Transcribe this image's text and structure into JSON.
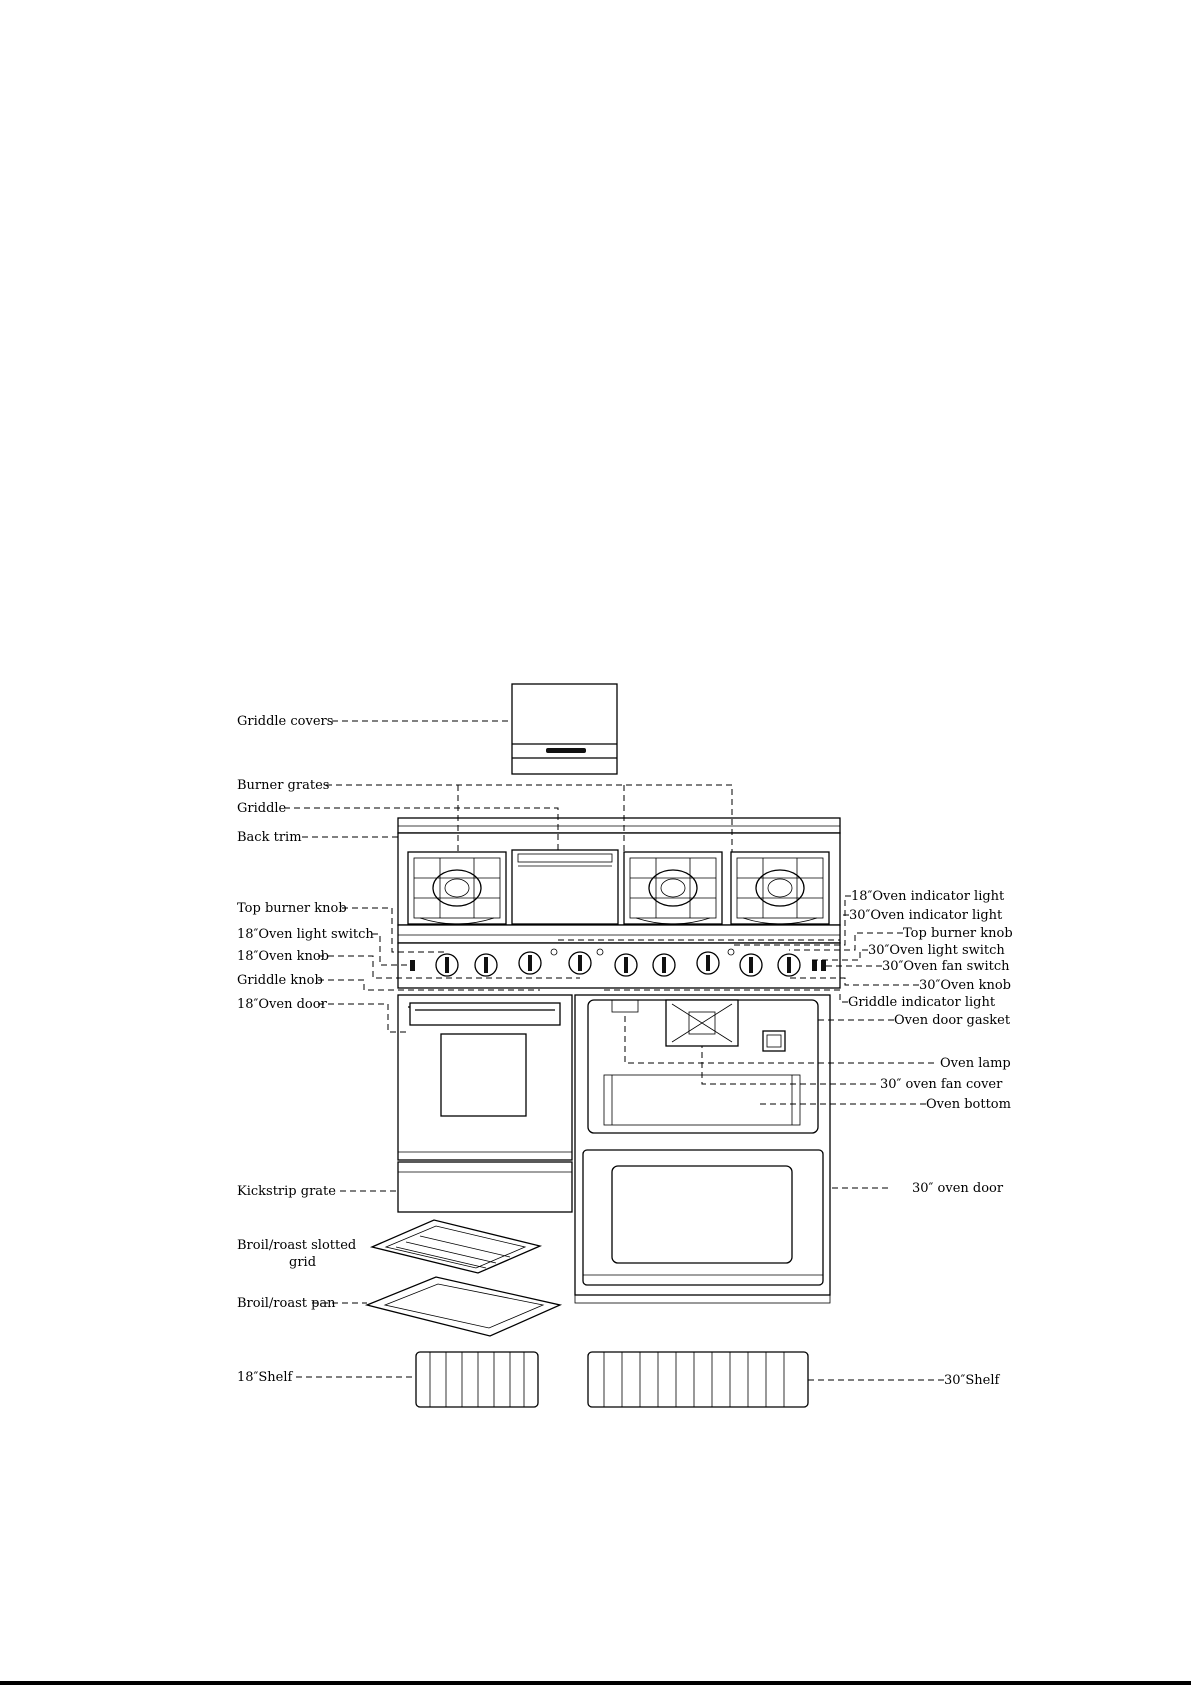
{
  "labels": {
    "griddle_covers": "Griddle covers",
    "burner_grates": "Burner grates",
    "griddle": "Griddle",
    "back_trim": "Back trim",
    "top_burner_knob_left": "Top burner knob",
    "oven18_light_switch": "18″Oven light switch",
    "oven18_knob": "18″Oven knob",
    "griddle_knob": "Griddle knob",
    "oven18_door": "18″Oven door",
    "kickstrip_grate": "Kickstrip grate",
    "broil_grid_line1": "Broil/roast slotted",
    "broil_grid_line2": "grid",
    "broil_pan": "Broil/roast pan",
    "shelf18": "18″Shelf",
    "oven18_indicator": "18″Oven indicator light",
    "oven30_indicator": "30″Oven indicator light",
    "top_burner_knob_right": "Top burner knob",
    "oven30_light_switch": "30″Oven light switch",
    "oven30_fan_switch": "30″Oven fan switch",
    "oven30_knob": "30″Oven knob",
    "griddle_indicator": "Griddle indicator light",
    "oven_door_gasket": "Oven door gasket",
    "oven_lamp": "Oven lamp",
    "oven30_fan_cover": "30″ oven fan cover",
    "oven_bottom": "Oven bottom",
    "oven30_door": "30″ oven door",
    "shelf30": "30″Shelf"
  }
}
